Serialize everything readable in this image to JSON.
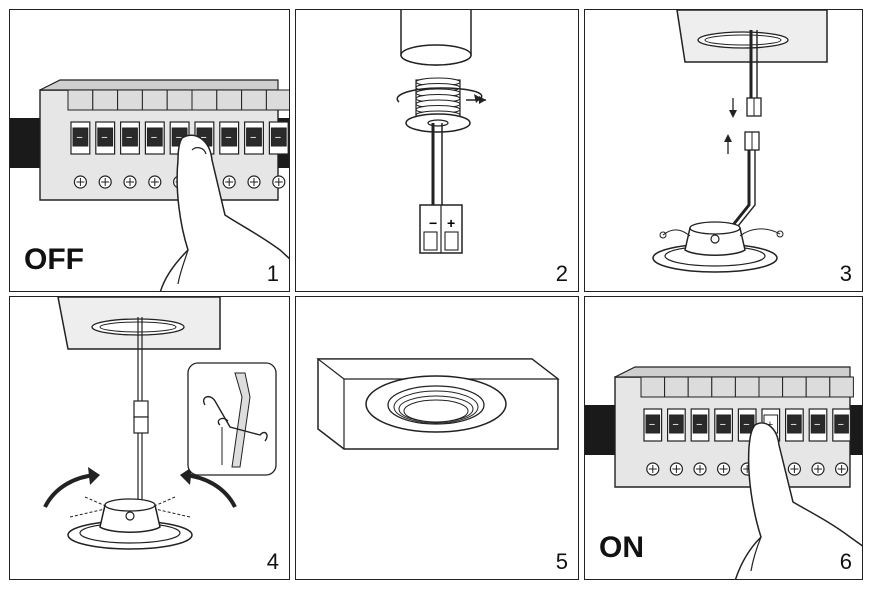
{
  "steps": [
    {
      "number": "1",
      "label": "OFF"
    },
    {
      "number": "2"
    },
    {
      "number": "3"
    },
    {
      "number": "4"
    },
    {
      "number": "5"
    },
    {
      "number": "6",
      "label": "ON"
    }
  ],
  "breaker": {
    "minus_sign": "−",
    "on_sign": "+"
  },
  "connector": {
    "minus_sign": "−",
    "plus_sign": "+"
  },
  "colors": {
    "line": "#222222",
    "rail": "#1a1a1a",
    "panel_fill": "#d8d8d8",
    "light_fill": "#eeeeee",
    "background": "#ffffff"
  },
  "icons": [
    "breaker-panel-icon",
    "finger-icon",
    "rotate-arrow-icon",
    "connector-icon",
    "downlight-icon",
    "ceiling-board-icon",
    "spring-clip-icon"
  ]
}
